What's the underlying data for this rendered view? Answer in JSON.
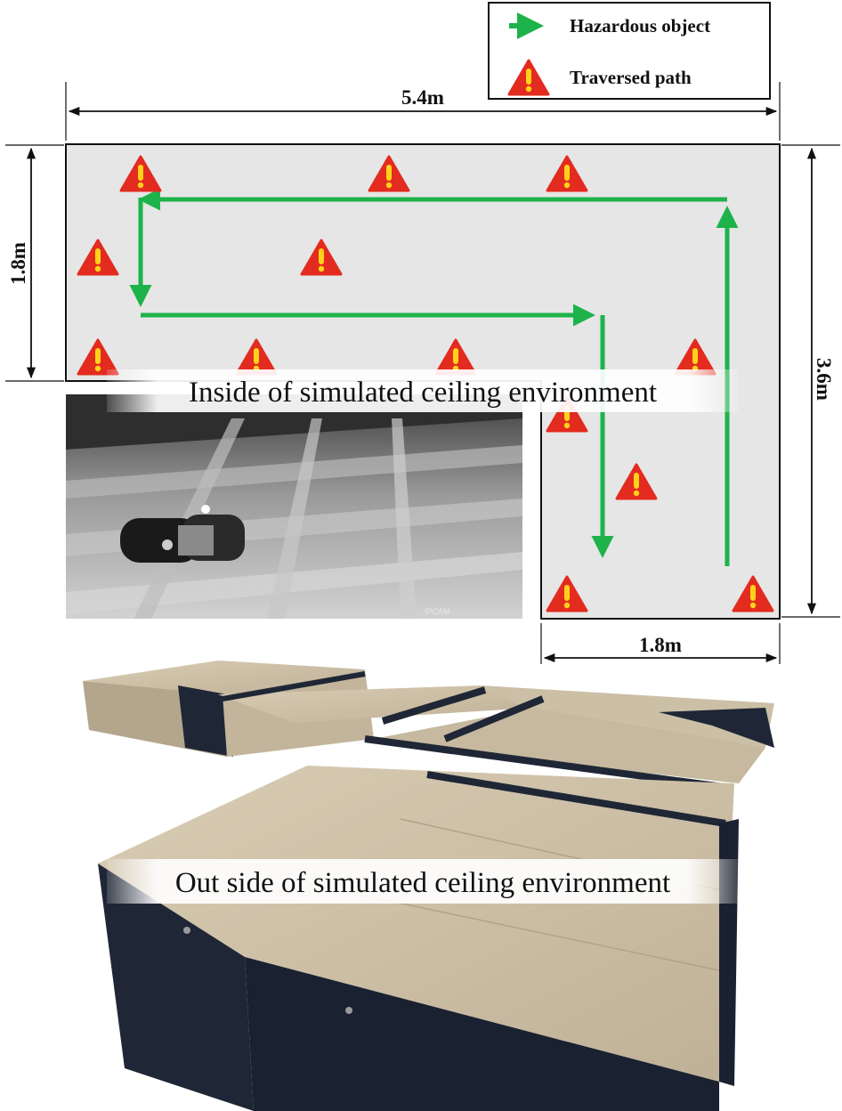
{
  "legend": {
    "arrow_label": "Hazardous object",
    "hazard_label": "Traversed path",
    "arrow_icon": "green-arrow-icon",
    "hazard_icon": "warning-triangle-icon"
  },
  "dimensions": {
    "top_width": "5.4m",
    "left_height": "1.8m",
    "right_height": "3.6m",
    "bottom_width": "1.8m"
  },
  "captions": {
    "inside": "Inside of simulated ceiling environment",
    "outside": "Out side of simulated ceiling environment"
  },
  "photo_watermark": "IPCAM",
  "colors": {
    "floor": "#e6e6e6",
    "path": "#1db34a",
    "hazard": "#e32b1f",
    "hazard_mark": "#ffd21a",
    "board": "#c9bca4",
    "fabric": "#1f2736"
  }
}
